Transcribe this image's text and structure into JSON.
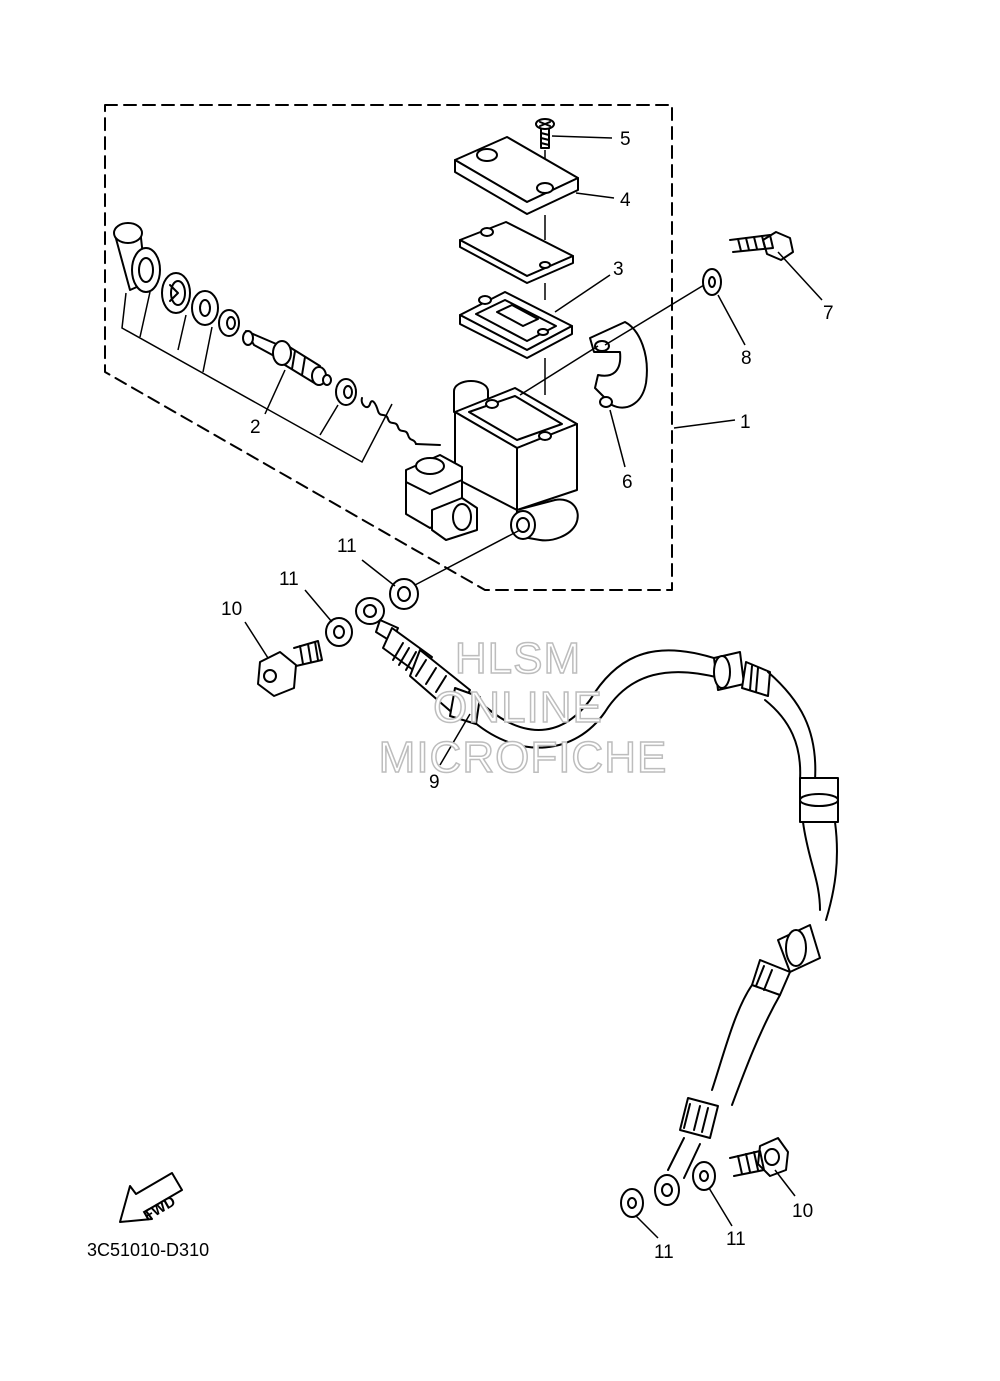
{
  "diagram": {
    "callouts": [
      {
        "id": "c1",
        "label": "1"
      },
      {
        "id": "c2",
        "label": "2"
      },
      {
        "id": "c3",
        "label": "3"
      },
      {
        "id": "c4",
        "label": "4"
      },
      {
        "id": "c5",
        "label": "5"
      },
      {
        "id": "c6",
        "label": "6"
      },
      {
        "id": "c7",
        "label": "7"
      },
      {
        "id": "c8",
        "label": "8"
      },
      {
        "id": "c9",
        "label": "9"
      },
      {
        "id": "c10a",
        "label": "10"
      },
      {
        "id": "c10b",
        "label": "10"
      },
      {
        "id": "c11a",
        "label": "11"
      },
      {
        "id": "c11b",
        "label": "11"
      },
      {
        "id": "c11c",
        "label": "11"
      },
      {
        "id": "c11d",
        "label": "11"
      }
    ],
    "fwd_label": "FWD",
    "drawing_code": "3C51010-D310",
    "watermark": [
      "HLSM",
      "ONLINE",
      "MICROFICHE"
    ]
  }
}
